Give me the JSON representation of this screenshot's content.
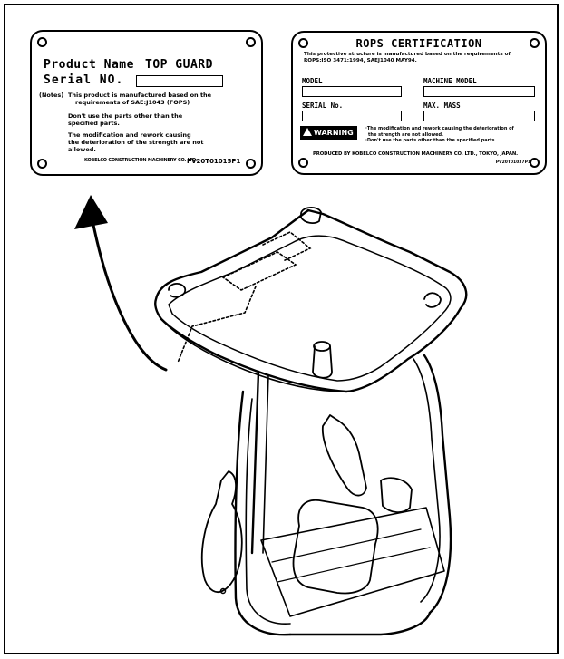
{
  "left_plate": {
    "product_name_label": "Product Name",
    "product_name_value": "TOP GUARD",
    "serial_label": "Serial NO.",
    "notes_label": "(Notes)",
    "note1_line1": "This product is manufactured based on the",
    "note1_line2": "requirements of SAE:J1043 (FOPS)",
    "note2_line1": "Don't use the parts other than the",
    "note2_line2": "specified parts.",
    "note3_line1": "The modification and rework causing",
    "note3_line2": "the deterioration of the strength are not",
    "note3_line3": "allowed.",
    "maker": "KOBELCO CONSTRUCTION MACHINERY CO. LTD.",
    "part_code": "PV20T01015P1"
  },
  "right_plate": {
    "title": "ROPS CERTIFICATION",
    "intro_line1": "This protective structure is manufactured based on the requirements of",
    "intro_line2": "ROPS:ISO 3471:1994, SAEJ1040 MAY94.",
    "model_label": "MODEL",
    "machine_model_label": "MACHINE MODEL",
    "serial_label": "SERIAL No.",
    "max_mass_label": "MAX. MASS",
    "warning_label": "WARNING",
    "warn_line1": "·The modification and rework causing the deterioration of",
    "warn_line2": "the strength are not allowed.",
    "warn_line3": "·Don't use the parts other than the specified parts.",
    "produced_by": "PRODUCED BY KOBELCO CONSTRUCTION MACHINERY CO. LTD., TOKYO, JAPAN.",
    "part_code": "PV20T01037P1"
  }
}
